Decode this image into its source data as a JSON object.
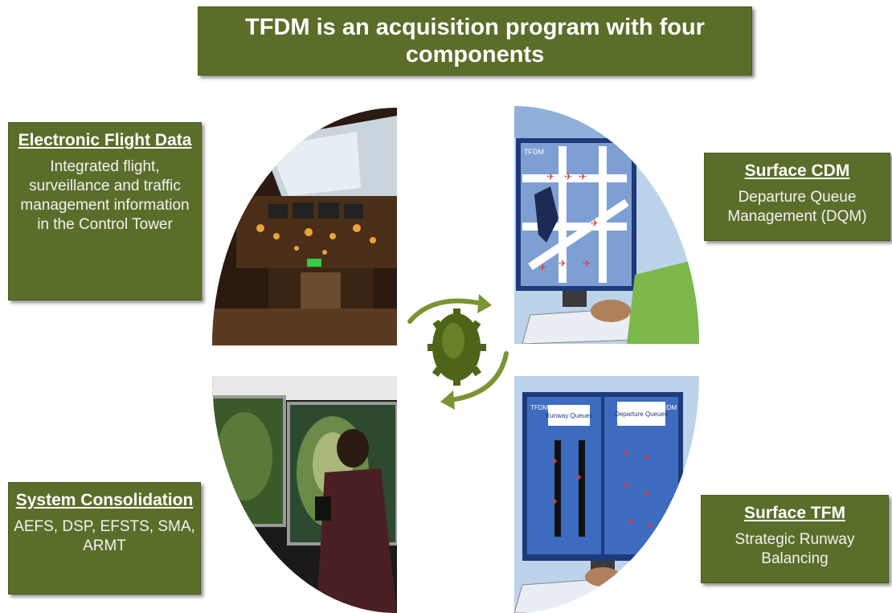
{
  "title": "TFDM is an acquisition program with four components",
  "components": {
    "efd": {
      "heading": "Electronic Flight Data",
      "description": "Integrated flight, surveillance and traffic management information in the Control Tower"
    },
    "cdm": {
      "heading": "Surface CDM",
      "description": "Departure Queue Management (DQM)"
    },
    "sc": {
      "heading": "System Consolidation",
      "description": "AEFS, DSP, EFSTS, SMA, ARMT"
    },
    "tfm": {
      "heading": "Surface TFM",
      "description": "Strategic Runway Balancing"
    }
  },
  "screen_labels": {
    "tfdm_left": "TFDM",
    "tfdm_right": "TFDM",
    "runway": "Runway Queues",
    "departure": "Departure Queues"
  },
  "colors": {
    "box": "#5a6e2a",
    "gear": "#556b1f",
    "arrow": "#7a9433",
    "screen": "#2f5fb0"
  }
}
